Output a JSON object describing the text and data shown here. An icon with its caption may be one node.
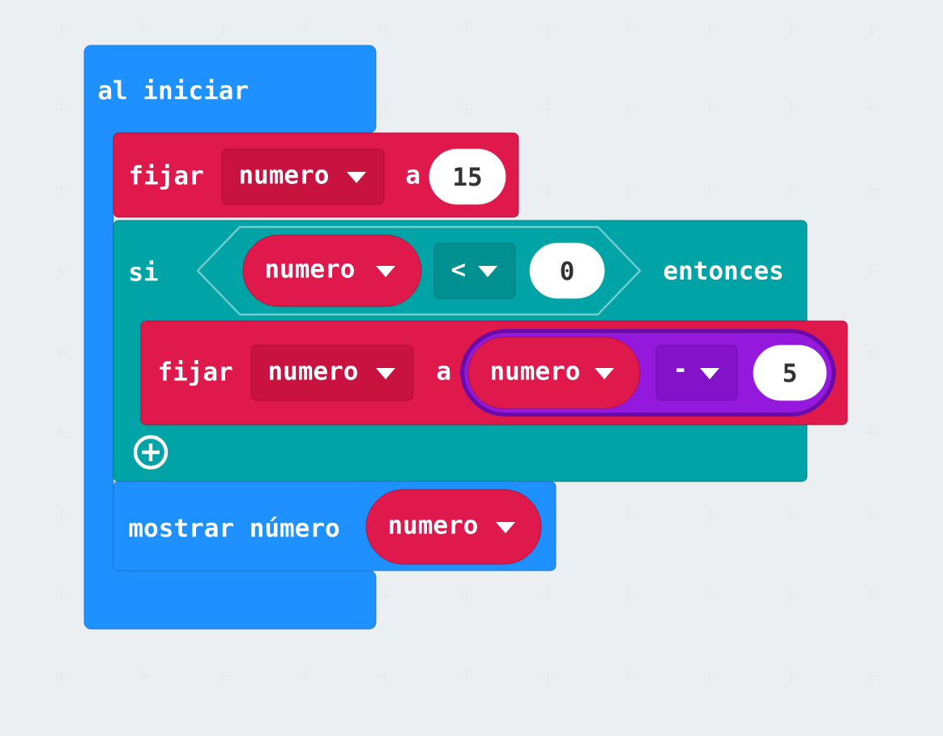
{
  "diagram": {
    "nodes": [
      {
        "text": [
          "al iniciar"
        ]
      },
      {
        "text": [
          "fijar",
          "a"
        ]
      },
      {
        "text": [
          "numero"
        ],
        "in": 1
      },
      {
        "text": [
          "15"
        ],
        "in": 1
      },
      {
        "text": [
          "si",
          "entonces"
        ]
      },
      {
        "text": [],
        "shape": "hexagon",
        "in": 4
      },
      {
        "text": [
          "numero"
        ],
        "in": 5
      },
      {
        "text": [
          "<"
        ],
        "in": 5
      },
      {
        "text": [
          "0"
        ],
        "in": 5
      },
      {
        "text": [
          "fijar",
          "a"
        ]
      },
      {
        "text": [
          "numero"
        ],
        "in": 9
      },
      {
        "text": [],
        "shape": "pill",
        "in": 9
      },
      {
        "text": [
          "numero"
        ],
        "in": 11
      },
      {
        "text": [
          "-"
        ],
        "in": 11
      },
      {
        "text": [
          "5"
        ],
        "in": 11
      },
      {
        "text": [
          "mostrar número"
        ]
      },
      {
        "text": [
          "numero"
        ],
        "in": 15
      }
    ]
  }
}
